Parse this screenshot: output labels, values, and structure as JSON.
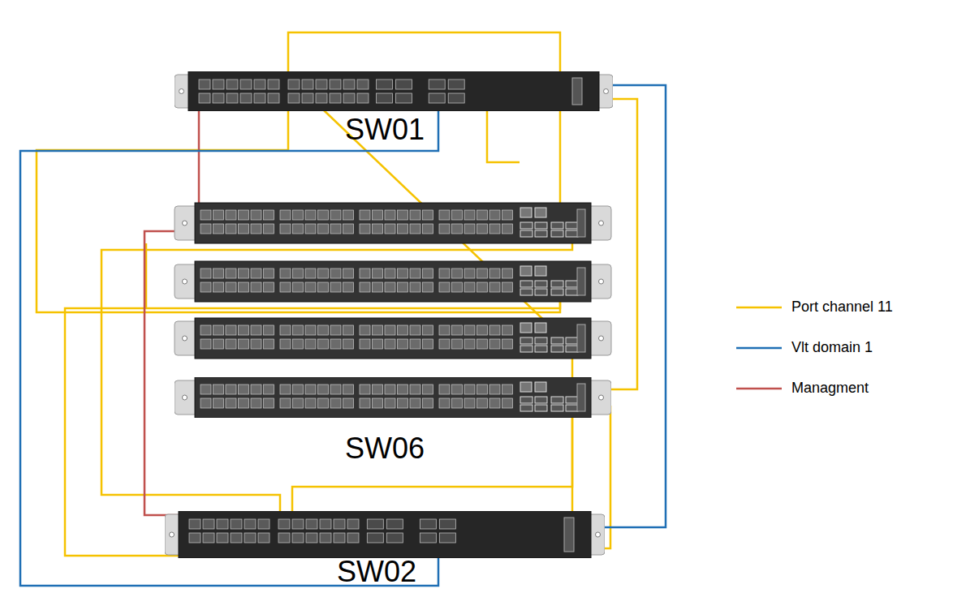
{
  "diagram": {
    "nodes": [
      {
        "text": [
          "SW01"
        ]
      },
      {
        "text": [
          "SW06"
        ]
      },
      {
        "text": [
          "SW02"
        ]
      }
    ],
    "edges": [
      {
        "from": 0,
        "to": 1,
        "arrow": "none"
      },
      {
        "from": 2,
        "to": 1,
        "arrow": "none"
      },
      {
        "from": 2,
        "to": 1,
        "arrow": "none"
      },
      {
        "from": 0,
        "to": 2,
        "arrow": "none"
      },
      {
        "from": 0,
        "to": 2,
        "arrow": "none"
      }
    ],
    "legend": [
      {
        "text": "Port channel 11"
      },
      {
        "text": "Vlt domain 1"
      },
      {
        "text": "Managment"
      }
    ]
  }
}
